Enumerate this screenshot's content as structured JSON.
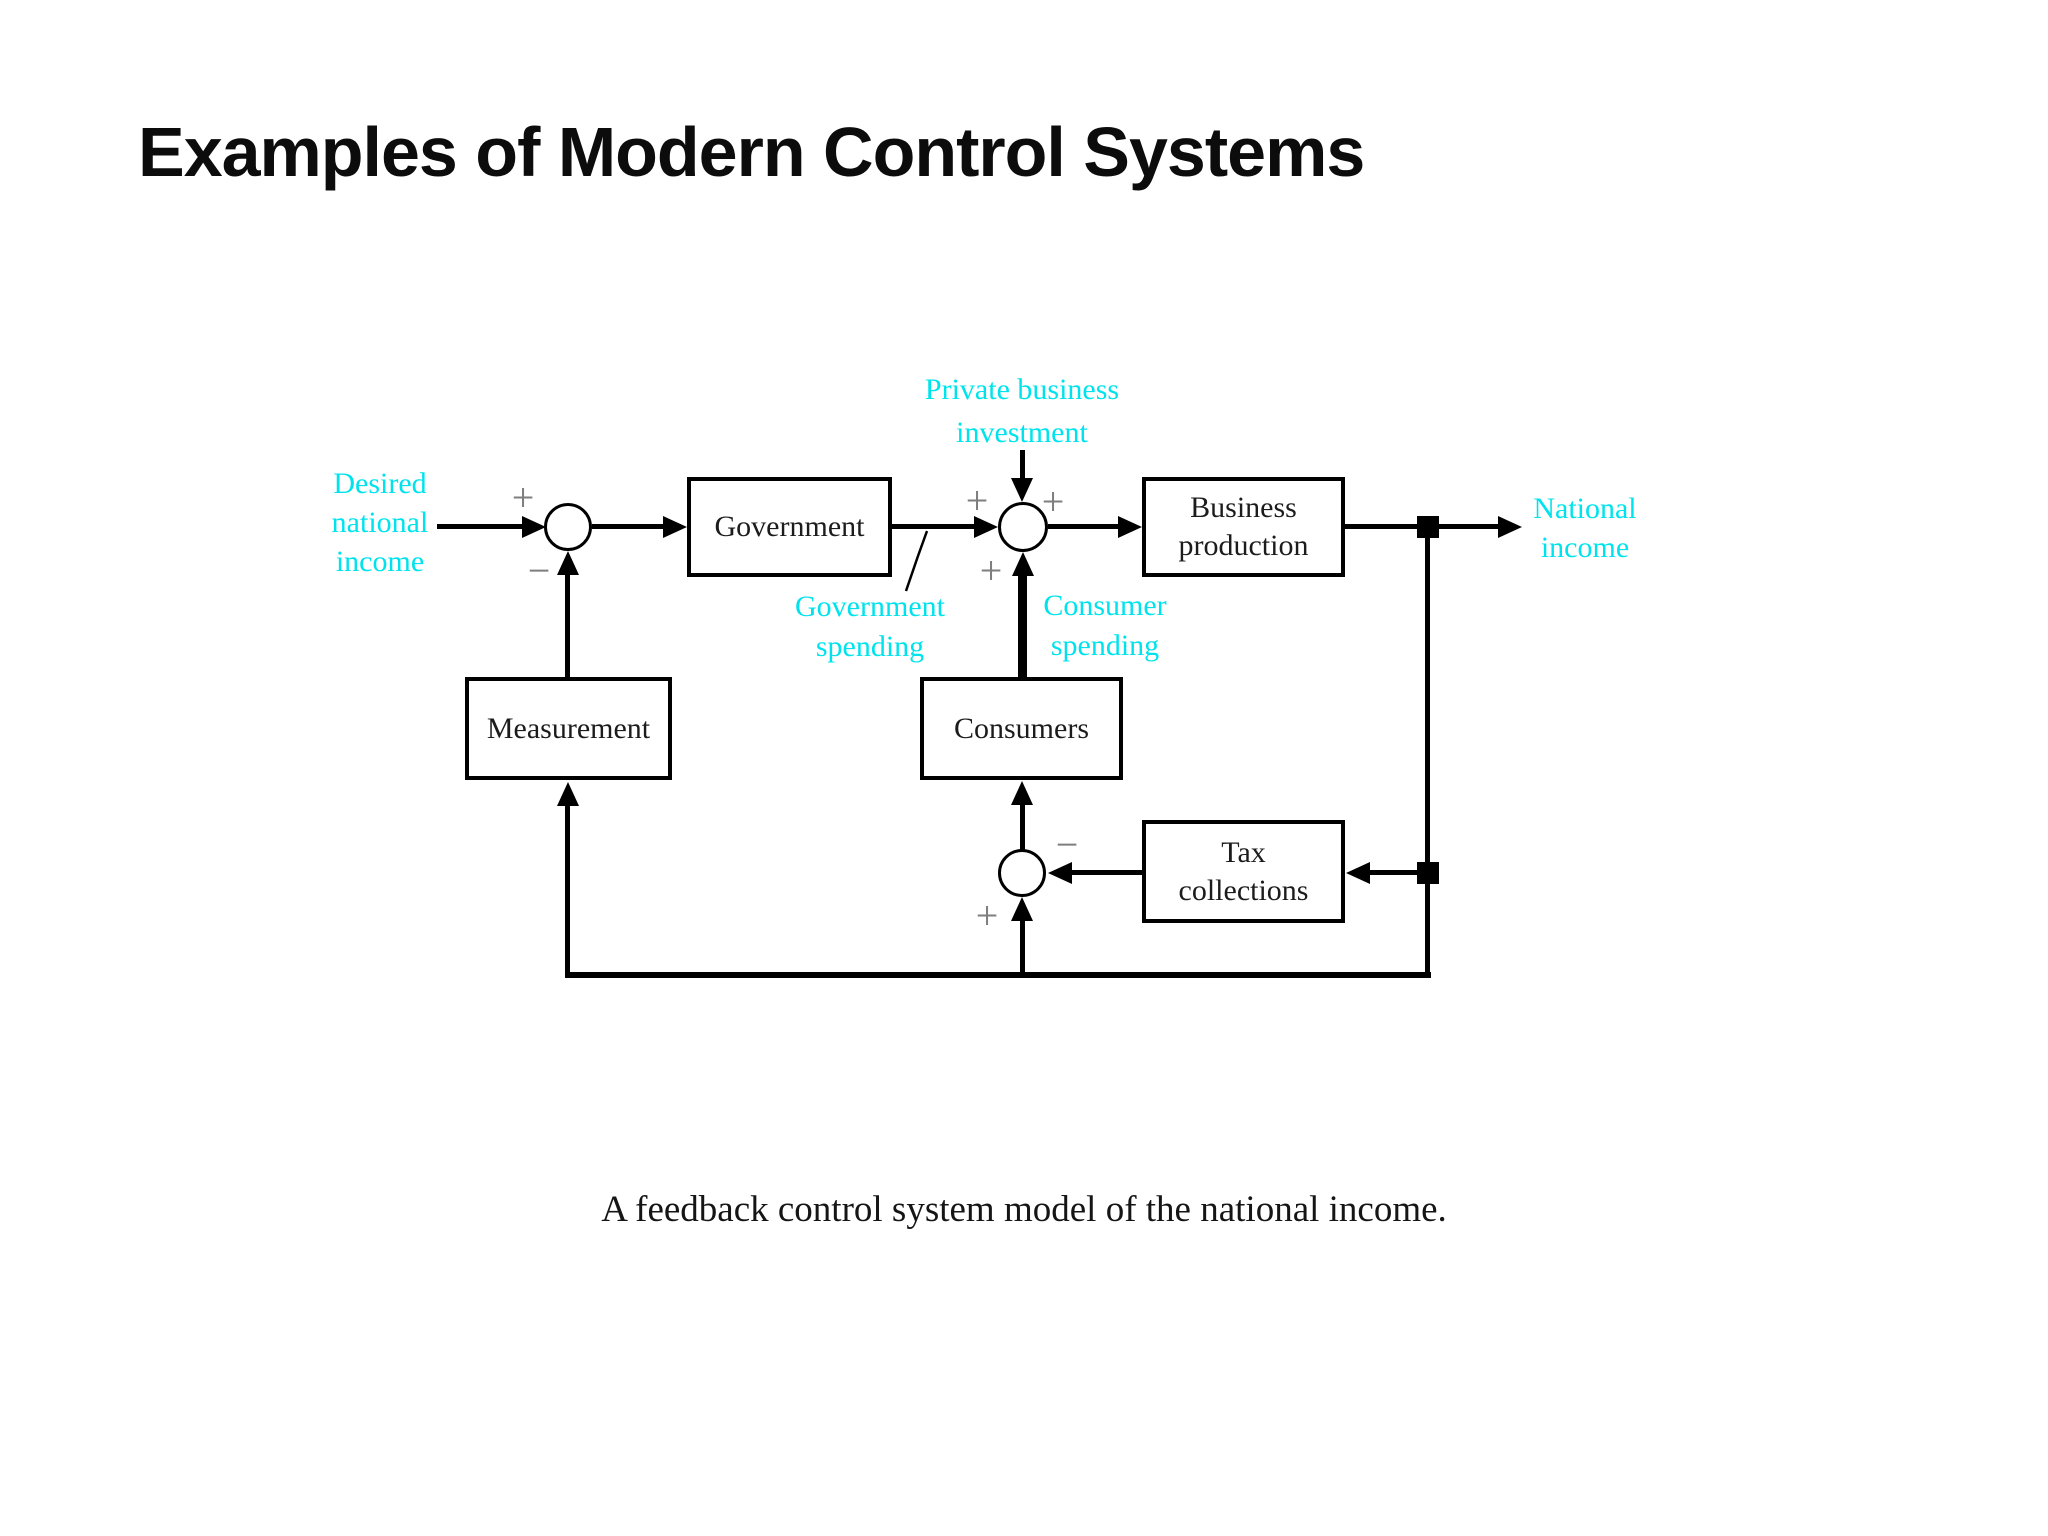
{
  "slide": {
    "title": "Examples of Modern Control Systems",
    "caption": "A feedback control system model of the national income."
  },
  "diagram": {
    "colors": {
      "label_cyan": "#00e3ed",
      "sign_gray": "#7e7e7e",
      "line_black": "#000000",
      "background": "#ffffff"
    },
    "blocks": {
      "government": "Government",
      "business_production": "Business\nproduction",
      "measurement": "Measurement",
      "consumers": "Consumers",
      "tax_collections": "Tax\ncollections"
    },
    "labels": {
      "desired_national_income": "Desired\nnational\nincome",
      "private_business_investment": "Private business\ninvestment",
      "government_spending": "Government\nspending",
      "consumer_spending": "Consumer\nspending",
      "national_income": "National\nincome"
    },
    "signs": {
      "j1_plus": "+",
      "j1_minus": "−",
      "j2_plus_left": "+",
      "j2_plus_top": "+",
      "j2_plus_bottom": "+",
      "j3_minus": "−",
      "j3_plus": "+"
    }
  }
}
